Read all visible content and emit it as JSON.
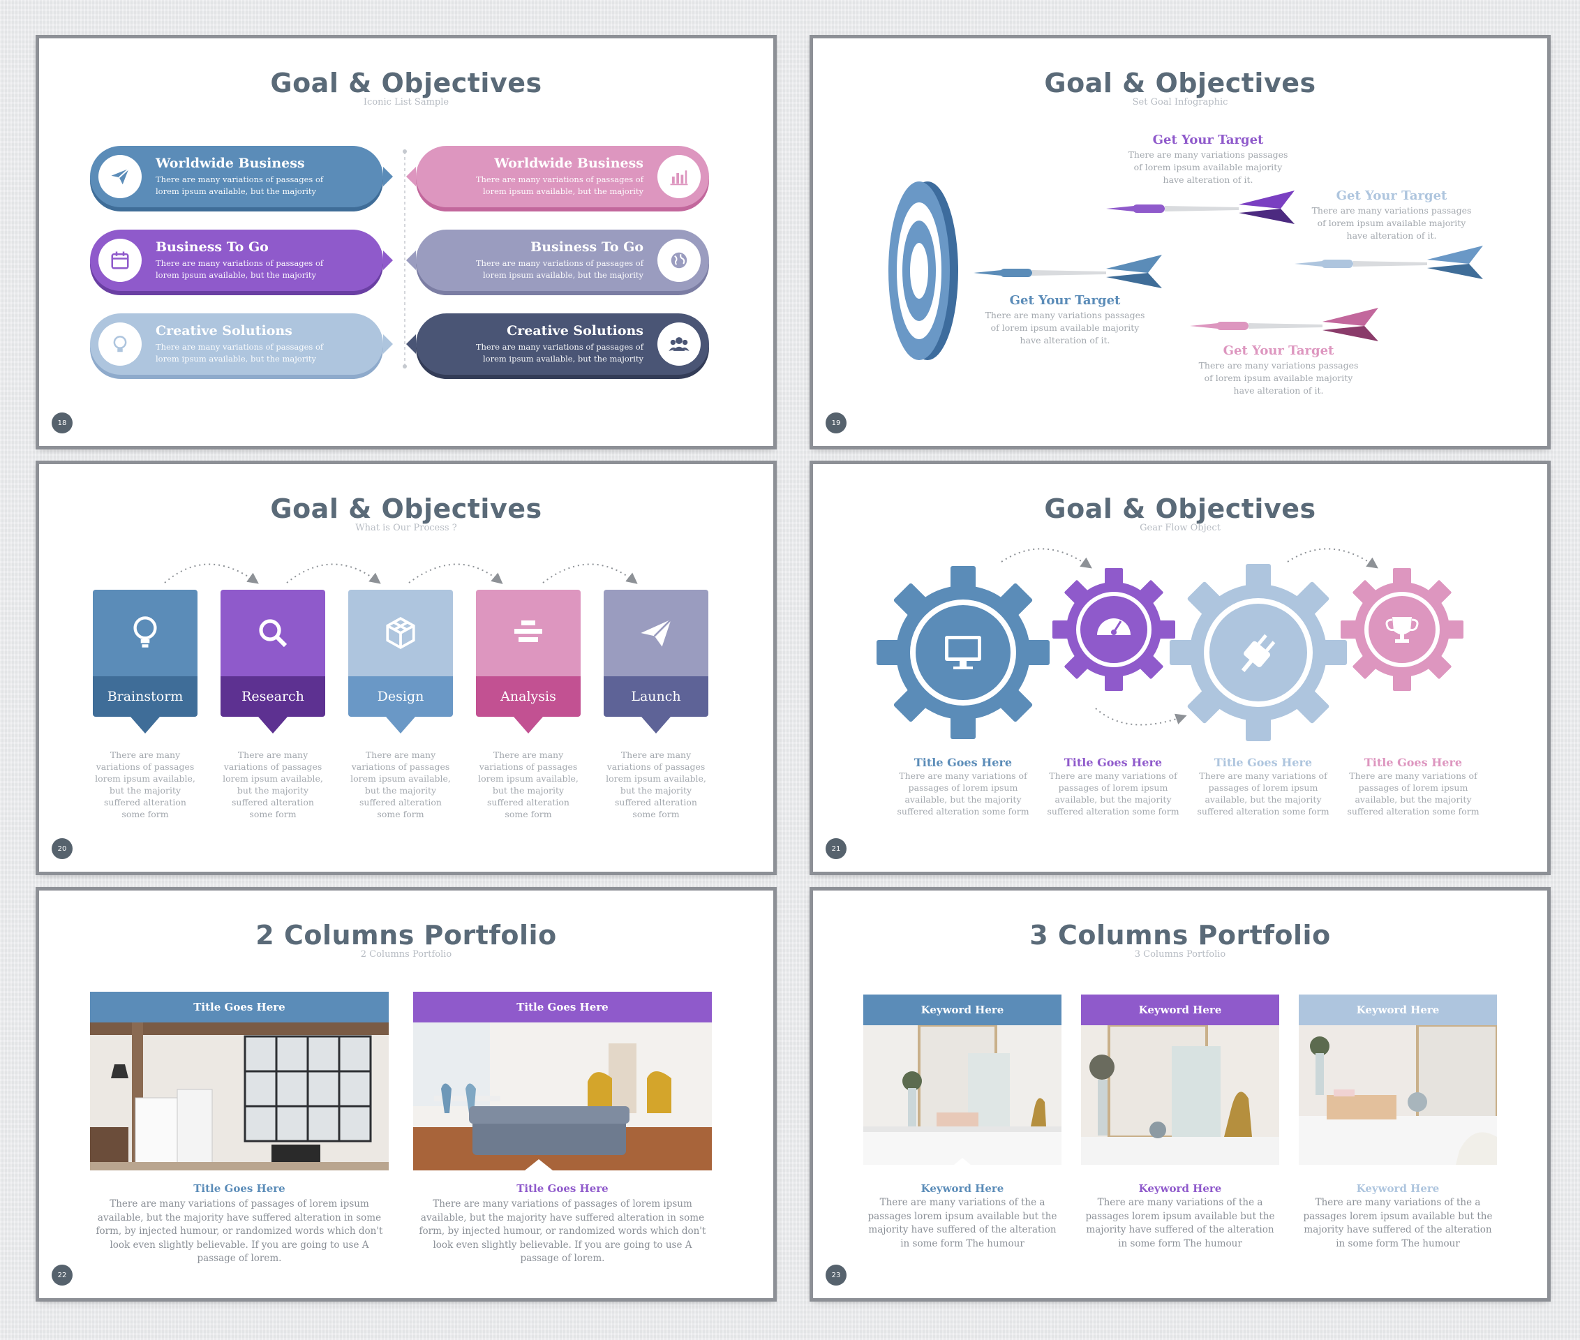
{
  "colors": {
    "blue": "#5b8cb8",
    "purple": "#8f5acb",
    "lightblue": "#aec5de",
    "pink": "#dd96bf",
    "lavender": "#9a9cbf",
    "navy": "#4a5575",
    "title": "#5a6a78"
  },
  "slide18": {
    "title": "Goal & Objectives",
    "subtitle": "Iconic List Sample",
    "page": "18",
    "items": [
      {
        "title": "Worldwide Business",
        "desc": "There are many variations of passages of lorem ipsum available, but the majority",
        "icon": "paper-plane-icon"
      },
      {
        "title": "Worldwide Business",
        "desc": "There are many variations of passages of lorem ipsum available, but the majority",
        "icon": "bar-chart-icon"
      },
      {
        "title": "Business To Go",
        "desc": "There are many variations of passages of lorem ipsum available, but the majority",
        "icon": "calendar-icon"
      },
      {
        "title": "Business To Go",
        "desc": "There are many variations of passages of lorem ipsum available, but the majority",
        "icon": "globe-icon"
      },
      {
        "title": "Creative Solutions",
        "desc": "There are many variations of passages of lorem ipsum available, but the majority",
        "icon": "lightbulb-icon"
      },
      {
        "title": "Creative Solutions",
        "desc": "There are many variations of passages of lorem ipsum available, but the majority",
        "icon": "people-icon"
      }
    ]
  },
  "slide19": {
    "title": "Goal & Objectives",
    "subtitle": "Set Goal Infographic",
    "page": "19",
    "targets": [
      {
        "title": "Get Your Target",
        "desc": "There are many variations passages of lorem ipsum available majority have alteration of it."
      },
      {
        "title": "Get Your Target",
        "desc": "There are many variations passages of lorem ipsum available majority have alteration of it."
      },
      {
        "title": "Get Your Target",
        "desc": "There are many variations passages of lorem ipsum available majority have alteration of it."
      },
      {
        "title": "Get Your Target",
        "desc": "There are many variations passages of lorem ipsum available majority have alteration of it."
      }
    ]
  },
  "slide20": {
    "title": "Goal & Objectives",
    "subtitle": "What is Our Process ?",
    "page": "20",
    "steps": [
      {
        "label": "Brainstorm",
        "icon": "lightbulb-icon",
        "desc": "There are many variations of passages lorem ipsum available, but the majority suffered alteration some form"
      },
      {
        "label": "Research",
        "icon": "search-icon",
        "desc": "There are many variations of passages lorem ipsum available, but the majority suffered alteration some form"
      },
      {
        "label": "Design",
        "icon": "cube-icon",
        "desc": "There are many variations of passages lorem ipsum available, but the majority suffered alteration some form"
      },
      {
        "label": "Analysis",
        "icon": "layers-icon",
        "desc": "There are many variations of passages lorem ipsum available, but the majority suffered alteration some form"
      },
      {
        "label": "Launch",
        "icon": "paper-plane-icon",
        "desc": "There are many variations of passages lorem ipsum available, but the majority suffered alteration some form"
      }
    ]
  },
  "slide21": {
    "title": "Goal & Objectives",
    "subtitle": "Gear Flow Object",
    "page": "21",
    "gears": [
      {
        "title": "Title Goes Here",
        "icon": "monitor-icon",
        "desc": "There are many variations of passages of lorem ipsum available, but the majority suffered alteration some form"
      },
      {
        "title": "Title Goes Here",
        "icon": "gauge-icon",
        "desc": "There are many variations of passages of lorem ipsum available, but the majority suffered alteration some form"
      },
      {
        "title": "Title Goes Here",
        "icon": "plug-icon",
        "desc": "There are many variations of passages of lorem ipsum available, but the majority suffered alteration some form"
      },
      {
        "title": "Title Goes Here",
        "icon": "trophy-icon",
        "desc": "There are many variations of passages of lorem ipsum available, but the majority suffered alteration some form"
      }
    ]
  },
  "slide22": {
    "title": "2 Columns Portfolio",
    "subtitle": "2 Columns Portfolio",
    "page": "22",
    "cols": [
      {
        "bar": "Title Goes Here",
        "title": "Title Goes Here",
        "desc": "There are many variations of passages of lorem ipsum available, but the majority have suffered alteration in some form, by injected humour, or randomized words which don't look even slightly believable. If you are going to use A passage of lorem."
      },
      {
        "bar": "Title Goes Here",
        "title": "Title Goes Here",
        "desc": "There are many variations of passages of lorem ipsum available, but the majority have suffered alteration in some form, by injected humour, or randomized words which don't look even slightly believable. If you are going to use A passage of lorem."
      }
    ]
  },
  "slide23": {
    "title": "3 Columns Portfolio",
    "subtitle": "3 Columns Portfolio",
    "page": "23",
    "cols": [
      {
        "bar": "Keyword Here",
        "title": "Keyword Here",
        "desc": "There are many variations of the a passages lorem ipsum available but the majority have suffered of the alteration in some form The humour"
      },
      {
        "bar": "Keyword Here",
        "title": "Keyword Here",
        "desc": "There are many variations of the a passages lorem ipsum available but the majority have suffered of the alteration in some form The humour"
      },
      {
        "bar": "Keyword Here",
        "title": "Keyword Here",
        "desc": "There are many variations of the a passages lorem ipsum available but the majority have suffered of the alteration in some form The humour"
      }
    ]
  }
}
